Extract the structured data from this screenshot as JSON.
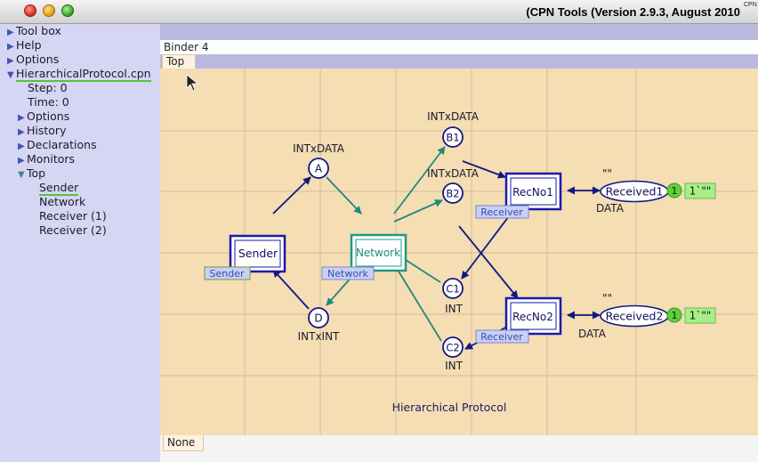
{
  "window": {
    "title": "(CPN Tools (Version 2.9.3, August 2010",
    "corner_logo": "CPN"
  },
  "sidebar": {
    "toolbox": "Tool box",
    "help": "Help",
    "options": "Options",
    "net_file": "HierarchicalProtocol.cpn",
    "step": "Step: 0",
    "time": "Time: 0",
    "net_options": "Options",
    "history": "History",
    "declarations": "Declarations",
    "monitors": "Monitors",
    "top": "Top",
    "pages": [
      "Sender",
      "Network",
      "Receiver  (1)",
      "Receiver  (2)"
    ]
  },
  "binder": {
    "title": "Binder 4",
    "page_tab": "Top",
    "bottom_tab": "None"
  },
  "net": {
    "caption": "Hierarchical Protocol",
    "transitions": {
      "sender": "Sender",
      "network": "Network",
      "recno1": "RecNo1",
      "recno2": "RecNo2"
    },
    "subpage_tags": {
      "sender": "Sender",
      "network": "Network",
      "recno1": "Receiver",
      "recno2": "Receiver"
    },
    "places": {
      "a": "A",
      "b1": "B1",
      "b2": "B2",
      "c1": "C1",
      "c2": "C2",
      "d": "D",
      "received1": "Received1",
      "received2": "Received2"
    },
    "colorsets": {
      "a": "INTxDATA",
      "b1": "INTxDATA",
      "b2": "INTxDATA",
      "c1": "INT",
      "c2": "INT",
      "d": "INTxINT",
      "received1": "DATA",
      "received2": "DATA"
    },
    "initial_marking_1": "\"\"",
    "initial_marking_2": "\"\"",
    "token_count_1": "1",
    "token_count_2": "1",
    "marking_1": "1`\"\"",
    "marking_2": "1`\"\""
  },
  "colors": {
    "arc_blue": "#101880",
    "arc_teal": "#1e8a78",
    "token_green": "#7ed957",
    "canvas": "#f5ddb4",
    "sidebar": "#d6d6f4"
  }
}
